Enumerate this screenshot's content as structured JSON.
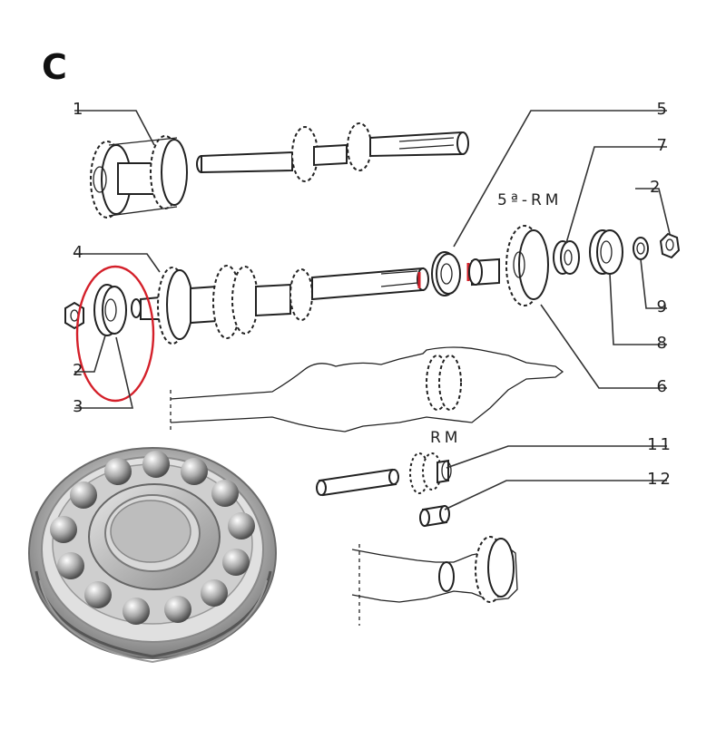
{
  "section_label": "C",
  "callouts": [
    {
      "id": "c1",
      "text": "1"
    },
    {
      "id": "c2a",
      "text": "2"
    },
    {
      "id": "c2b",
      "text": "2"
    },
    {
      "id": "c3",
      "text": "3"
    },
    {
      "id": "c4",
      "text": "4"
    },
    {
      "id": "c5",
      "text": "5"
    },
    {
      "id": "c6",
      "text": "6"
    },
    {
      "id": "c7",
      "text": "7"
    },
    {
      "id": "c8",
      "text": "8"
    },
    {
      "id": "c9",
      "text": "9"
    },
    {
      "id": "c11",
      "text": "11"
    },
    {
      "id": "c12",
      "text": "12"
    }
  ],
  "notes": {
    "fifth_rm": "5ª-RM",
    "rm": "RM"
  },
  "highlight_color": "#d4202a"
}
